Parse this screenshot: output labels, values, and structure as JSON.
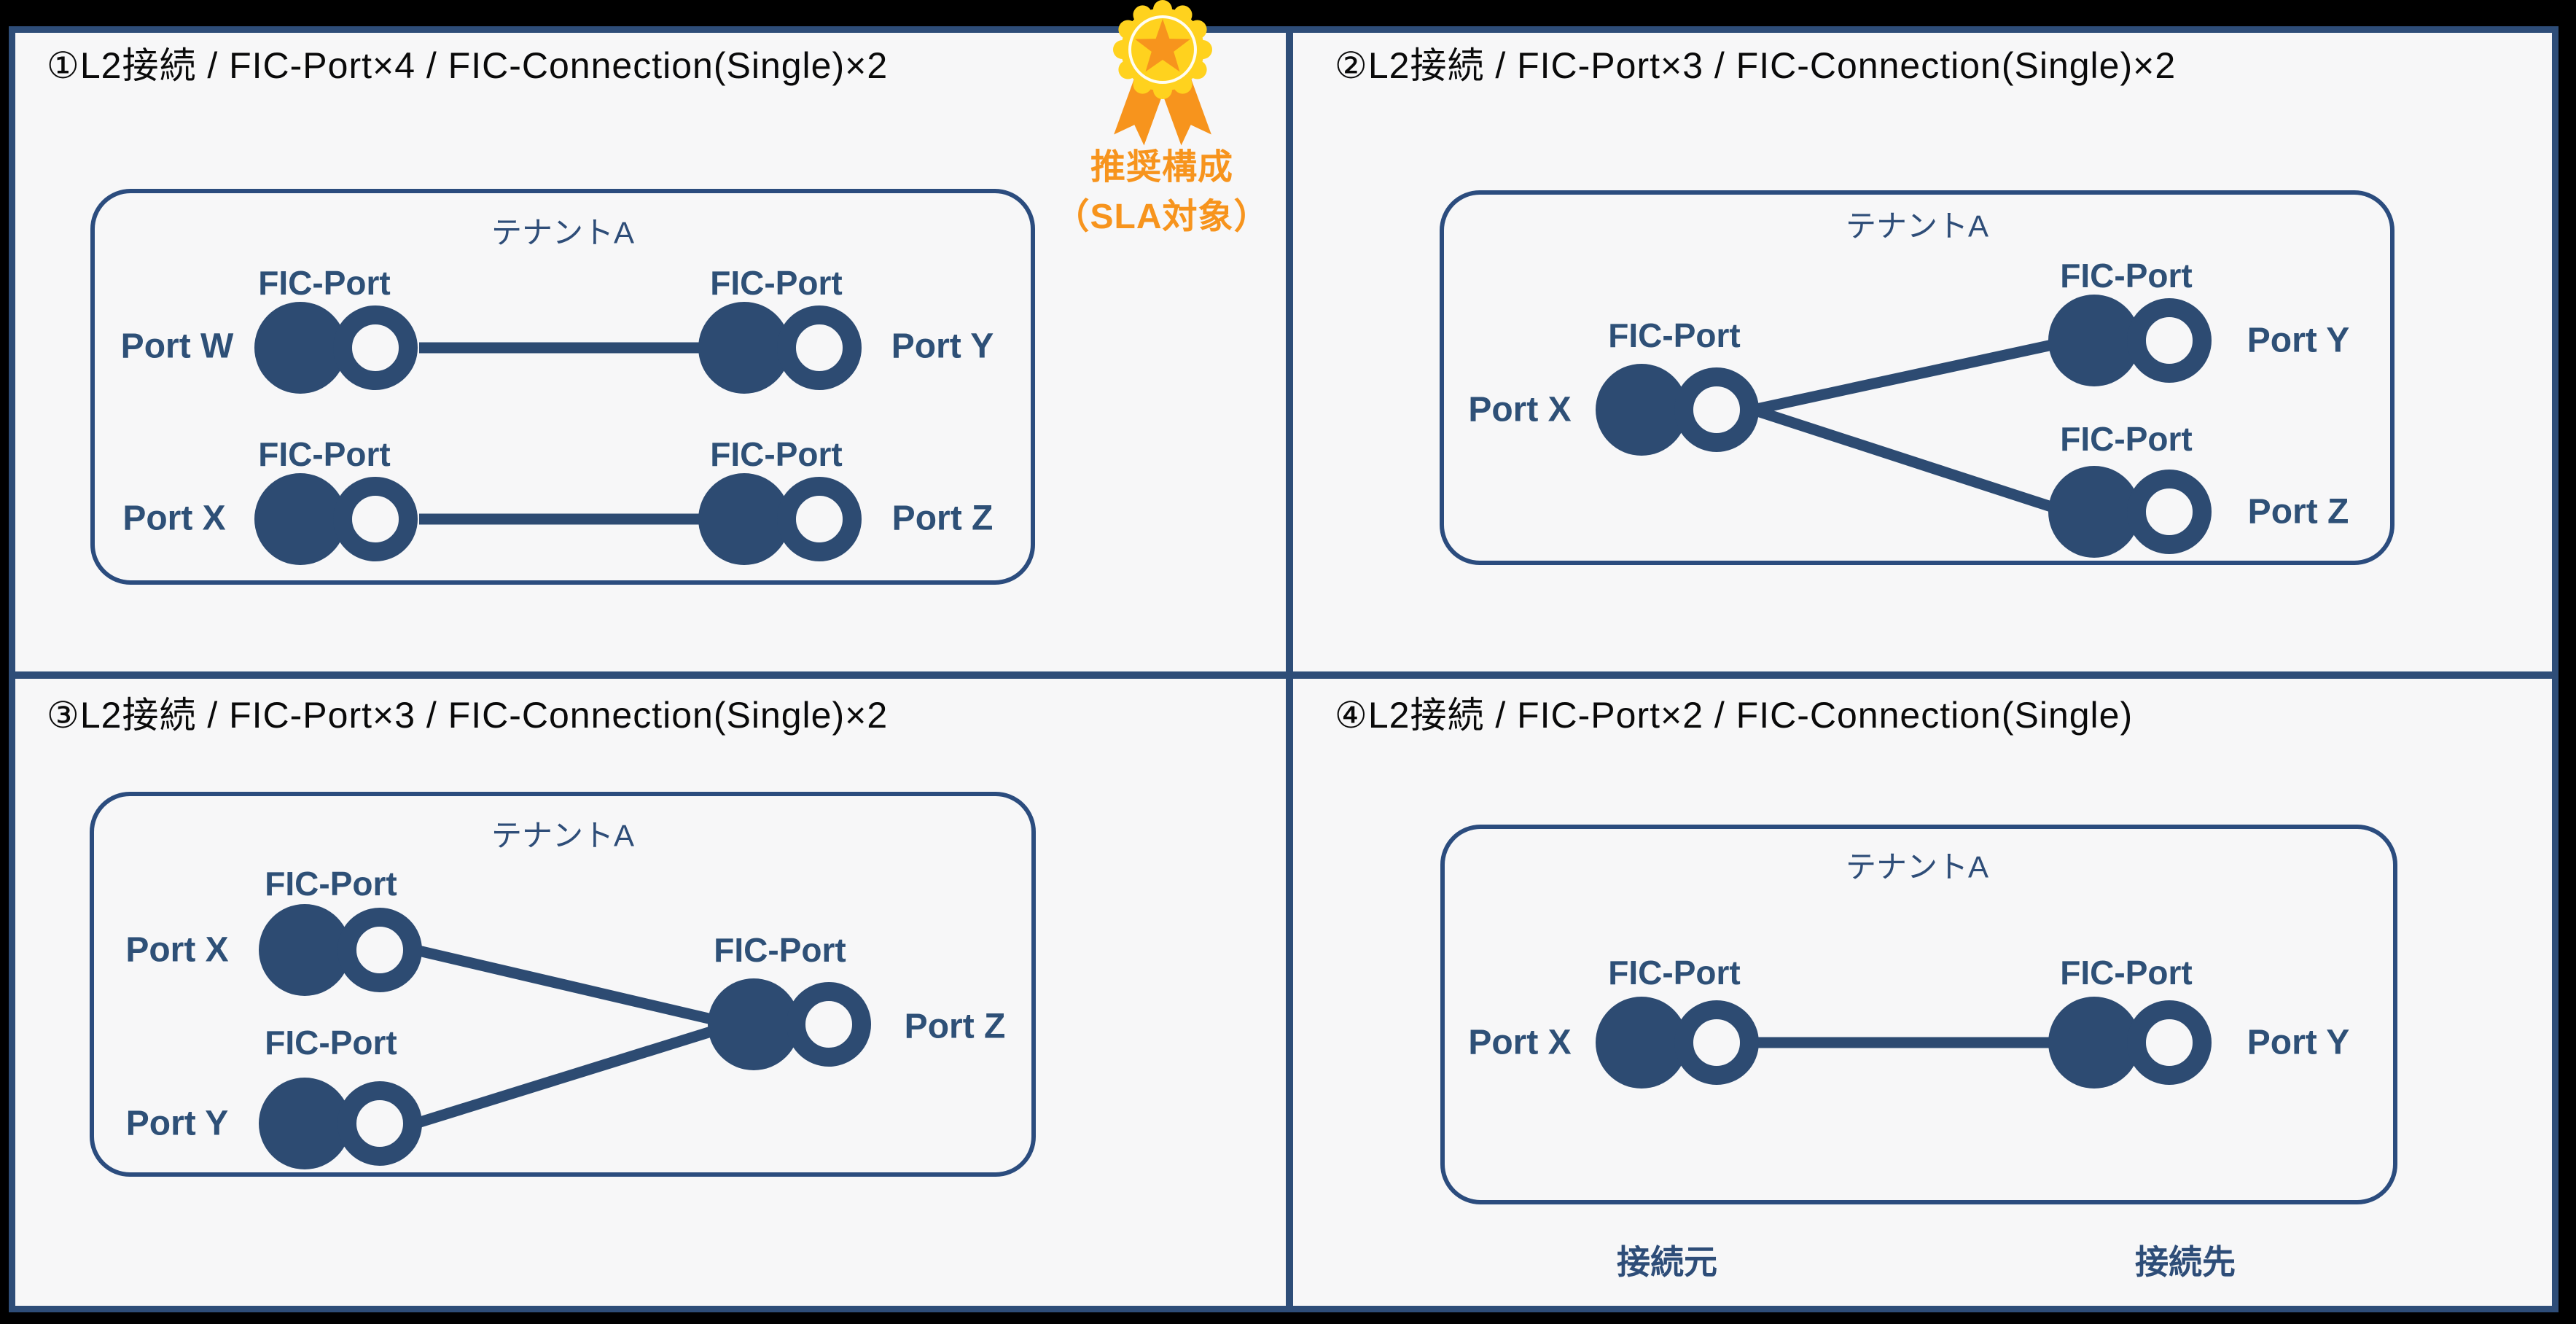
{
  "page": {
    "background": "#000000",
    "panel_background": "#f7f7f8",
    "frame_color": "#2e4d78",
    "diagram_navy": "#2d4b72"
  },
  "badge": {
    "line1": "推奨構成",
    "line2": "（SLA対象）",
    "gold": "#ffd21e",
    "orange": "#f7941d"
  },
  "quadrants": [
    {
      "title": "①L2接続 / FIC-Port×4 / FIC-Connection(Single)×2",
      "tenant": "テナントA",
      "ports": [
        {
          "label": "FIC-Port",
          "name": "Port W"
        },
        {
          "label": "FIC-Port",
          "name": "Port Y"
        },
        {
          "label": "FIC-Port",
          "name": "Port X"
        },
        {
          "label": "FIC-Port",
          "name": "Port Z"
        }
      ],
      "connections": [
        "Port W – Port Y",
        "Port X – Port Z"
      ]
    },
    {
      "title": "②L2接続 / FIC-Port×3 / FIC-Connection(Single)×2",
      "tenant": "テナントA",
      "ports": [
        {
          "label": "FIC-Port",
          "name": "Port X"
        },
        {
          "label": "FIC-Port",
          "name": "Port Y"
        },
        {
          "label": "FIC-Port",
          "name": "Port Z"
        }
      ],
      "connections": [
        "Port X – Port Y",
        "Port X – Port Z"
      ]
    },
    {
      "title": "③L2接続 / FIC-Port×3 / FIC-Connection(Single)×2",
      "tenant": "テナントA",
      "ports": [
        {
          "label": "FIC-Port",
          "name": "Port X"
        },
        {
          "label": "FIC-Port",
          "name": "Port Y"
        },
        {
          "label": "FIC-Port",
          "name": "Port Z"
        }
      ],
      "connections": [
        "Port X – Port Z",
        "Port Y – Port Z"
      ]
    },
    {
      "title": "④L2接続 / FIC-Port×2 / FIC-Connection(Single)",
      "tenant": "テナントA",
      "ports": [
        {
          "label": "FIC-Port",
          "name": "Port X"
        },
        {
          "label": "FIC-Port",
          "name": "Port Y"
        }
      ],
      "connections": [
        "Port X – Port Y"
      ],
      "footer": {
        "source": "接続元",
        "destination": "接続先"
      }
    }
  ]
}
